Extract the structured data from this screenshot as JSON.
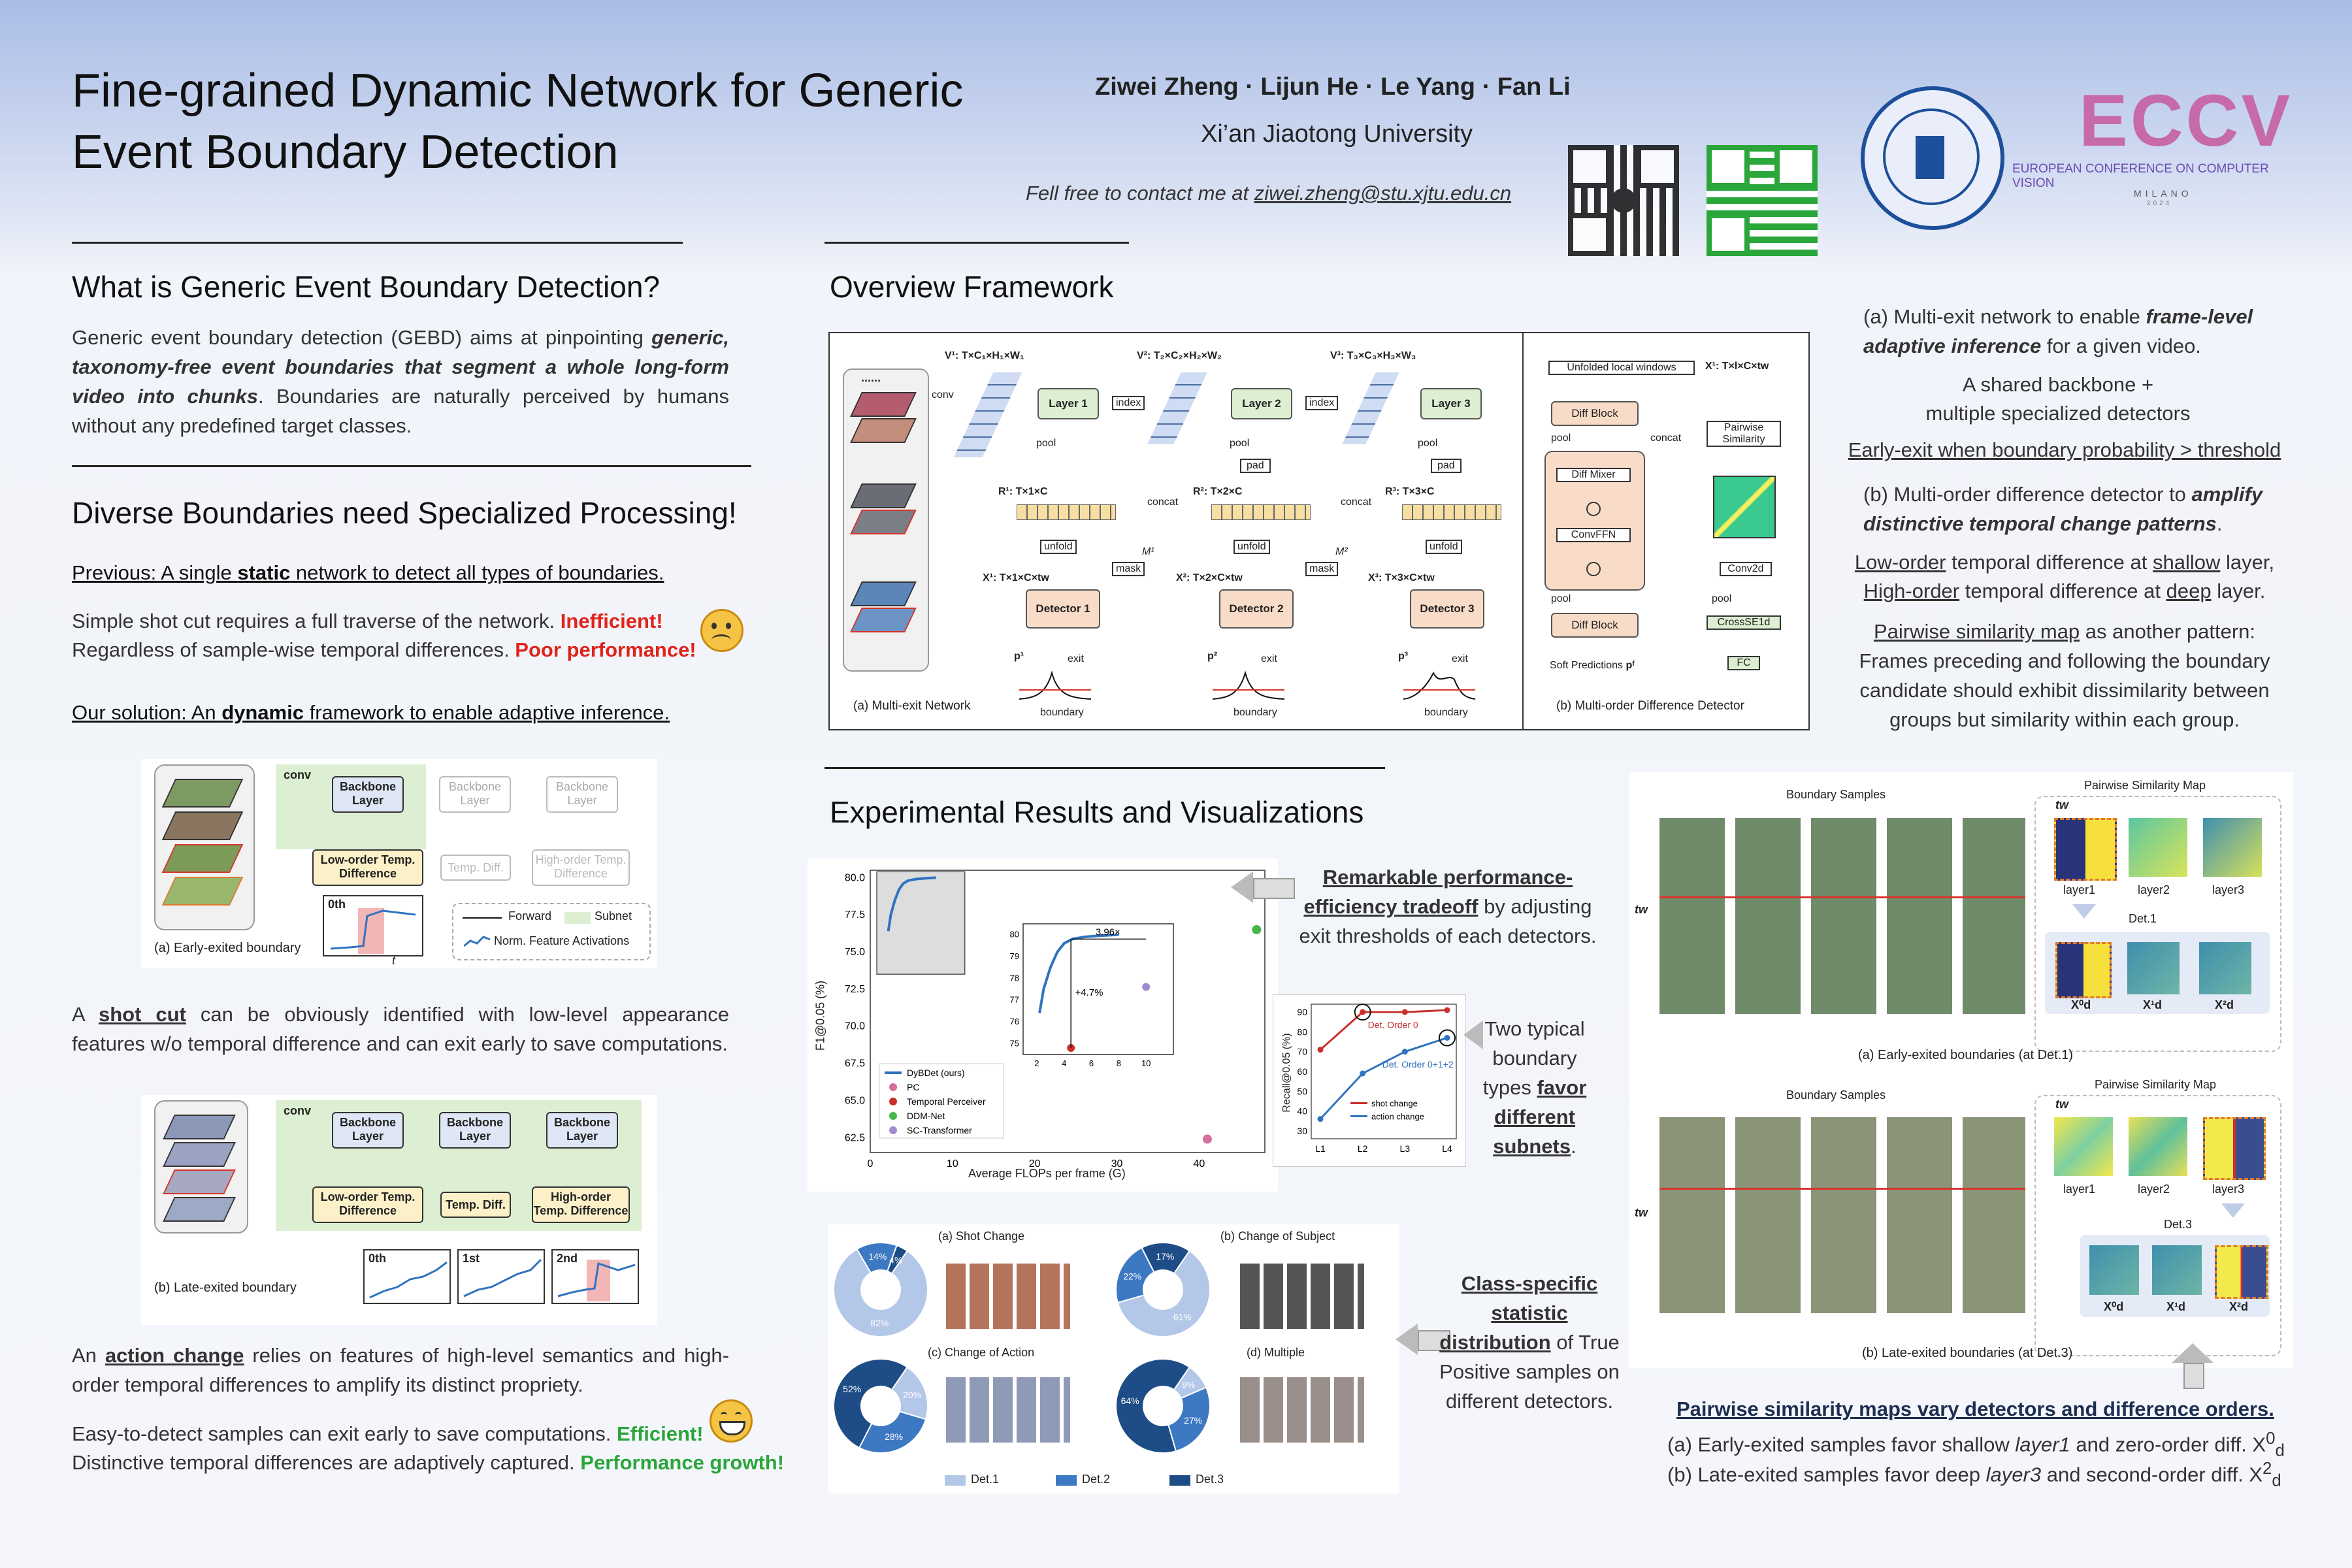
{
  "header": {
    "title_line1": "Fine-grained Dynamic Network for Generic",
    "title_line2": "Event Boundary Detection",
    "authors": "Ziwei Zheng · Lijun He · Le Yang · Fan Li",
    "affiliation": "Xi’an Jiaotong University",
    "contact_prefix": "Fell free to contact me at ",
    "contact_email": "ziwei.zheng@stu.xjtu.edu.cn",
    "eccv_logo": "ECCV",
    "eccv_sub": "EUROPEAN CONFERENCE ON COMPUTER VISION",
    "eccv_city": "MILANO",
    "eccv_year": "2024"
  },
  "left": {
    "sec1_title": "What is Generic Event Boundary Detection?",
    "sec1_a": "Generic event boundary detection (GEBD) aims at pinpointing ",
    "sec1_b": "generic, taxonomy-free event boundaries that segment a whole long-form video into chunks",
    "sec1_c": ". Boundaries are naturally perceived by humans without any predefined target classes.",
    "sec2_title": "Diverse Boundaries need Specialized Processing!",
    "prev_a": "Previous: A single ",
    "prev_b": "static",
    "prev_c": " network to detect all types of boundaries.",
    "simple_a": "Simple shot cut requires a full traverse of the network. ",
    "simple_b": "Inefficient!",
    "regard_a": "Regardless of sample-wise temporal differences. ",
    "regard_b": "Poor performance!",
    "ours_a": "Our solution: An ",
    "ours_b": "dynamic",
    "ours_c": " framework to enable adaptive inference.",
    "fig_early_caption": "(a) Early-exited boundary",
    "fig_late_caption": "(b) Late-exited boundary",
    "shot_a": "A ",
    "shot_b": "shot cut",
    "shot_c": " can be obviously identified with low-level appearance features w/o temporal difference and can exit early to save computations.",
    "action_a": "An ",
    "action_b": "action change",
    "action_c": " relies on features of high-level semantics and high-order temporal differences to amplify its distinct propriety.",
    "easy_a": "Easy-to-detect samples can exit early to save computations. ",
    "easy_b": "Efficient!",
    "dist_a": "Distinctive temporal differences are adaptively captured. ",
    "dist_b": "Performance growth!",
    "fig": {
      "conv": "conv",
      "backbone": "Backbone Layer",
      "low": "Low-order Temp. Difference",
      "temp": "Temp. Diff.",
      "high": "High-order Temp. Difference",
      "forward": "Forward",
      "subnet": "Subnet",
      "norm": "Norm. Feature Activations",
      "zeroth": "0th",
      "first": "1st",
      "second": "2nd",
      "t": "t"
    }
  },
  "overview": {
    "title": "Overview Framework",
    "multi_exit_caption": "(a) Multi-exit Network",
    "diff_caption": "(b) Multi-order Difference Detector",
    "layer1": "Layer 1",
    "layer2": "Layer 2",
    "layer3": "Layer 3",
    "det1": "Detector 1",
    "det2": "Detector 2",
    "det3": "Detector 3",
    "index": "index",
    "pad": "pad",
    "pool": "pool",
    "unfold": "unfold",
    "concat": "concat",
    "mask": "mask",
    "exit": "exit",
    "boundary": "boundary",
    "conv": "conv",
    "unfolded": "Unfolded local windows",
    "diff_block": "Diff Block",
    "diff_mixer": "Diff Mixer",
    "convffn": "ConvFFN",
    "pairwise": "Pairwise Similarity",
    "conv2d": "Conv2d",
    "crossse": "CrossSE1d",
    "fc": "FC",
    "soft_pred": "Soft Predictions",
    "v1": "V¹: T×C₁×H₁×W₁",
    "v2": "V²: T₂×C₂×H₂×W₂",
    "v3": "V³: T₃×C₃×H₃×W₃",
    "r1": "R¹: T×1×C",
    "r2": "R²: T×2×C",
    "r3": "R³: T×3×C",
    "x1": "X¹: T×1×C×tw",
    "x2": "X²: T×2×C×tw",
    "x3": "X³: T×3×C×tw",
    "m1": "M¹",
    "m2": "M²",
    "p1": "p¹",
    "p2": "p²",
    "p3": "p³",
    "x1_right": "X¹: T×l×C×tw",
    "pf": "pᶠ",
    "dots": "......"
  },
  "right": {
    "a_prefix": "(a) Multi-exit network to enable ",
    "a_bold": "frame-level adaptive inference",
    "a_suffix": " for a given video.",
    "shared1": "A shared backbone +",
    "shared2": "multiple specialized detectors",
    "early_exit": "Early-exit when boundary probability > threshold",
    "b_prefix": "(b) Multi-order difference detector to ",
    "b_bold": "amplify distinctive temporal change patterns",
    "b_suffix": ".",
    "low_u": "Low-order",
    "low_mid": " temporal difference at ",
    "shallow_u": "shallow",
    "low_end": " layer,",
    "high_u": "High-order",
    "high_mid": " temporal difference at ",
    "deep_u": "deep",
    "high_end": " layer.",
    "pairwise_u": "Pairwise similarity map",
    "pairwise_rest": " as another pattern: Frames preceding and following the boundary candidate should exhibit dissimilarity between groups but similarity within each group."
  },
  "results": {
    "title": "Experimental Results and Visualizations",
    "remark_u": "Remarkable performance-efficiency tradeoff",
    "remark_rest": " by adjusting exit thresholds of each detectors.",
    "two_a": "Two typical boundary types ",
    "two_b": "favor different subnets",
    "two_c": ".",
    "class_u": "Class-specific statistic distribution",
    "class_rest": " of True Positive samples on different detectors.",
    "pair_title": "Pairwise similarity maps vary detectors and difference orders.",
    "pair_a_pre": "(a) Early-exited samples favor shallow ",
    "pair_a_em": "layer1",
    "pair_a_post": " and zero-order diff. X",
    "pair_b_pre": "(b) Late-exited samples favor deep ",
    "pair_b_em": "layer3",
    "pair_b_post": " and second-order diff. X",
    "sub_d": "d",
    "sup_0": "0",
    "sup_2": "2",
    "boundary_samples": "Boundary Samples",
    "psm": "Pairwise Similarity Map",
    "layer1": "layer1",
    "layer2": "layer2",
    "layer3": "layer3",
    "det1": "Det.1",
    "det3": "Det.3",
    "tw": "tw",
    "early_caption": "(a) Early-exited boundaries (at Det.1)",
    "late_caption": "(b) Late-exited boundaries (at Det.3)",
    "x0": "X⁰d",
    "x1": "X¹d",
    "x2": "X²d",
    "pie_a": "(a) Shot Change",
    "pie_b": "(b) Change of Subject",
    "pie_c": "(c) Change of Action",
    "pie_d": "(d) Multiple",
    "legend_det1": "Det.1",
    "legend_det2": "Det.2",
    "legend_det3": "Det.3",
    "inset_label1": "3.96×",
    "inset_label2": "+4.7%"
  },
  "colors": {
    "det1": "#b3c7e8",
    "det2": "#3d78c2",
    "det3": "#1e4c86"
  },
  "chart_data": [
    {
      "type": "scatter",
      "xlabel": "Average FLOPs per frame (G)",
      "ylabel": "F1@0.05 (%)",
      "xlim": [
        0,
        48
      ],
      "ylim": [
        61.5,
        80.5
      ],
      "xticks": [
        0,
        10,
        20,
        30,
        40
      ],
      "yticks": [
        62.5,
        65.0,
        67.5,
        70.0,
        72.5,
        75.0,
        77.5,
        80.0
      ],
      "series": [
        {
          "name": "DyBDet (ours)",
          "color": "#2f73bf",
          "kind": "line",
          "x": [
            2.2,
            2.5,
            3,
            3.5,
            4,
            4.6,
            5.5,
            6.5,
            8
          ],
          "y": [
            76.4,
            77.5,
            78.5,
            79.2,
            79.6,
            79.8,
            79.9,
            79.95,
            80.0
          ]
        },
        {
          "name": "PC",
          "color": "#d56f9c",
          "kind": "point",
          "x": [
            41
          ],
          "y": [
            62.4
          ]
        },
        {
          "name": "Temporal Perceiver",
          "color": "#c9302c",
          "kind": "point",
          "x": [
            4.5
          ],
          "y": [
            74.8
          ]
        },
        {
          "name": "DDM-Net",
          "color": "#47b648",
          "kind": "point",
          "x": [
            47
          ],
          "y": [
            76.5
          ]
        },
        {
          "name": "SC-Transformer",
          "color": "#9f8bd0",
          "kind": "point",
          "x": [
            10
          ],
          "y": [
            77.6
          ]
        }
      ],
      "inset": {
        "xlim": [
          1,
          12
        ],
        "ylim": [
          74.5,
          80.5
        ],
        "xticks": [
          2,
          4,
          6,
          8,
          10
        ],
        "yticks": [
          75,
          76,
          77,
          78,
          79,
          80
        ]
      }
    },
    {
      "type": "line",
      "ylabel": "Recall@0.05 (%)",
      "categories": [
        "L1",
        "L2",
        "L3",
        "L4"
      ],
      "ylim": [
        26,
        94
      ],
      "yticks": [
        30,
        40,
        50,
        60,
        70,
        80,
        90
      ],
      "series": [
        {
          "name": "shot change",
          "color": "#c9302c",
          "values": [
            71,
            90,
            90,
            91
          ]
        },
        {
          "name": "action change",
          "color": "#2f73bf",
          "values": [
            36,
            59,
            70,
            77
          ]
        }
      ],
      "annotations": [
        "Det. Order 0",
        "Det. Order 0+1+2"
      ]
    },
    {
      "type": "pie",
      "charts": [
        {
          "title": "(a) Shot Change",
          "values": [
            82,
            14,
            4
          ]
        },
        {
          "title": "(b) Change of Subject",
          "values": [
            61,
            22,
            17
          ]
        },
        {
          "title": "(c) Change of Action",
          "values": [
            20,
            28,
            52
          ]
        },
        {
          "title": "(d) Multiple",
          "values": [
            9,
            27,
            64
          ]
        }
      ],
      "legend": [
        "Det.1",
        "Det.2",
        "Det.3"
      ]
    }
  ]
}
